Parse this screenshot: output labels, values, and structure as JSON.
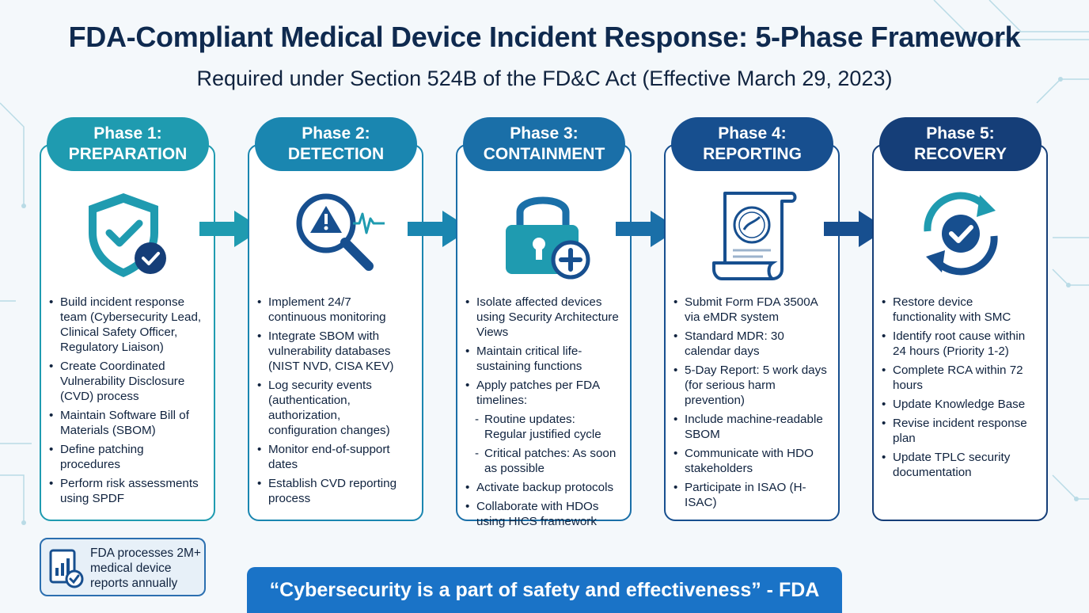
{
  "header": {
    "title": "FDA-Compliant Medical Device Incident Response: 5-Phase Framework",
    "subtitle": "Required under Section 524B of the FD&C Act (Effective March 29, 2023)"
  },
  "colors": {
    "phase1": "#1f9bb0",
    "phase2": "#1a86b0",
    "phase3": "#1a6fa8",
    "phase4": "#174f8f",
    "phase5": "#153e78",
    "quote_bg": "#1a73c7"
  },
  "phases": [
    {
      "line1": "Phase 1:",
      "line2": "PREPARATION",
      "icon": "shield-check-icon",
      "bullets": [
        "Build incident response team (Cybersecurity Lead, Clinical Safety Officer, Regulatory Liaison)",
        "Create Coordinated Vulnerability Disclosure (CVD) process",
        "Maintain Software Bill of Materials (SBOM)",
        "Define patching procedures",
        "Perform risk assessments using SPDF"
      ]
    },
    {
      "line1": "Phase 2:",
      "line2": "DETECTION",
      "icon": "magnifier-alert-icon",
      "bullets": [
        "Implement 24/7 continuous monitoring",
        "Integrate SBOM with vulnerability databases (NIST NVD, CISA KEV)",
        "Log security events (authentication, authorization, configuration changes)",
        "Monitor end-of-support dates",
        "Establish CVD reporting process"
      ]
    },
    {
      "line1": "Phase 3:",
      "line2": "CONTAINMENT",
      "icon": "padlock-medical-icon",
      "bullets": [
        "Isolate affected devices using Security Architecture Views",
        "Maintain critical life-sustaining functions",
        "Apply patches per FDA timelines:",
        "Routine updates: Regular justified cycle",
        "Critical patches: As soon as possible",
        "Activate backup protocols",
        "Collaborate with HDOs using HICS framework"
      ]
    },
    {
      "line1": "Phase 4:",
      "line2": "REPORTING",
      "icon": "document-seal-icon",
      "bullets": [
        "Submit Form FDA 3500A via eMDR system",
        "Standard MDR: 30 calendar days",
        "5-Day Report: 5 work days (for serious harm prevention)",
        "Include machine-readable SBOM",
        "Communicate with HDO stakeholders",
        "Participate in ISAO (H-ISAC)"
      ]
    },
    {
      "line1": "Phase 5:",
      "line2": "RECOVERY",
      "icon": "cycle-check-icon",
      "bullets": [
        "Restore device functionality with SMC",
        "Identify root cause within 24 hours (Priority 1-2)",
        "Complete RCA within 72 hours",
        "Update Knowledge Base",
        "Revise incident response plan",
        "Update TPLC security documentation"
      ]
    }
  ],
  "stat": {
    "text": "FDA processes 2M+ medical device reports annually",
    "icon": "report-chart-icon"
  },
  "quote": "“Cybersecurity is a part of safety and effectiveness” - FDA"
}
